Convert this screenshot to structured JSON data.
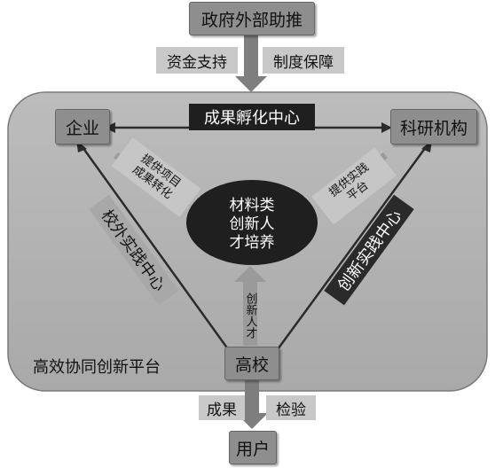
{
  "top_box": "政府外部助推",
  "support_left": "资金支持",
  "support_right": "制度保障",
  "incubation_center": "成果孵化中心",
  "enterprise": "企业",
  "research_institute": "科研机构",
  "center_lines": [
    "材料类",
    "创新人",
    "才培养"
  ],
  "enterprise_arrow_lines": [
    "提供项目",
    "成果转化"
  ],
  "research_arrow_lines": [
    "提供实践",
    "平台"
  ],
  "left_side_label": "校外实践中心",
  "right_side_label": "创新实践中心",
  "vertical_label": "创新人才",
  "platform_label": "高效协同创新平台",
  "university": "高校",
  "result_label": "成果",
  "test_label": "检验",
  "user_box": "用户"
}
